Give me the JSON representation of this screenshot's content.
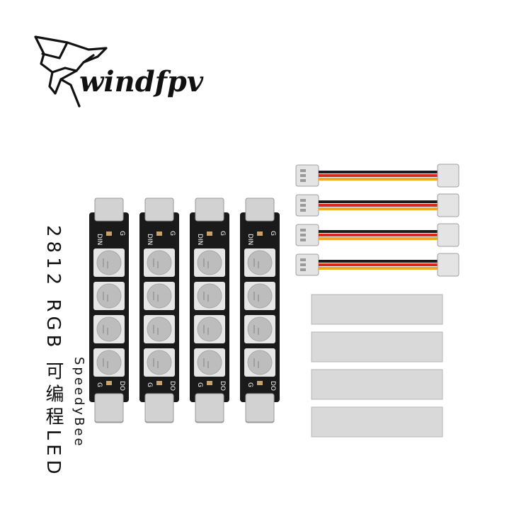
{
  "logo": {
    "brand_text": "windfpv",
    "icon": "bird-logo-icon"
  },
  "product_label": "2812 RGB 可编程LED",
  "manufacturer_label": "SpeedyBee",
  "led_board": {
    "count": 4,
    "leds_per_board": 4,
    "top_pin_labels": [
      "DIN",
      "G"
    ],
    "bottom_pin_labels": [
      "G",
      "DO"
    ],
    "board_color": "#1a1a1a",
    "led_color": "#bdbdbd"
  },
  "cables": {
    "count": 4,
    "wire_colors": [
      "#1b1b1b",
      "#d62a1d",
      "#f2a623"
    ]
  },
  "adhesive_pads": {
    "count": 4,
    "color": "#d9d9d9"
  }
}
